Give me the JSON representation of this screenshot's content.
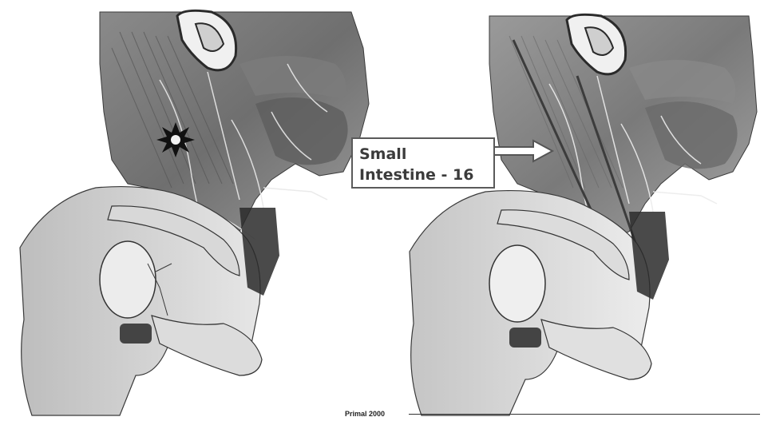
{
  "callout": {
    "line1": "Small",
    "line2": "Intestine - 16"
  },
  "credit": "Primal 2000",
  "colors": {
    "callout_text": "#3b3b3b",
    "callout_border": "#5a5a5a",
    "arrow_fill": "#ffffff",
    "arrow_stroke": "#555555",
    "marker_fill": "#111111",
    "marker_center": "#f2f2f2"
  },
  "icons": {
    "point_marker": "starburst-marker-icon",
    "pointer": "right-arrow-icon"
  }
}
